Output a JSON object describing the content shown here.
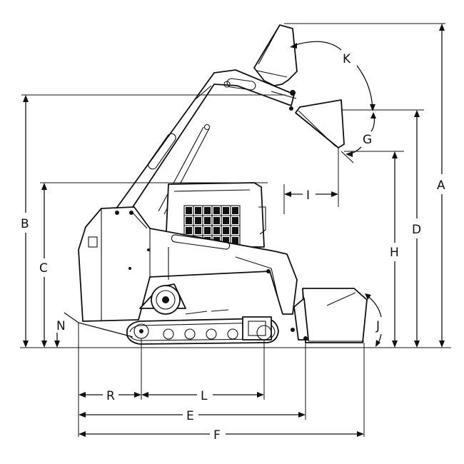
{
  "labels": {
    "A": "A",
    "B": "B",
    "C": "C",
    "D": "D",
    "E": "E",
    "F": "F",
    "G": "G",
    "H": "H",
    "I": "I",
    "J": "J",
    "K": "K",
    "L": "L",
    "N": "N",
    "R": "R"
  }
}
